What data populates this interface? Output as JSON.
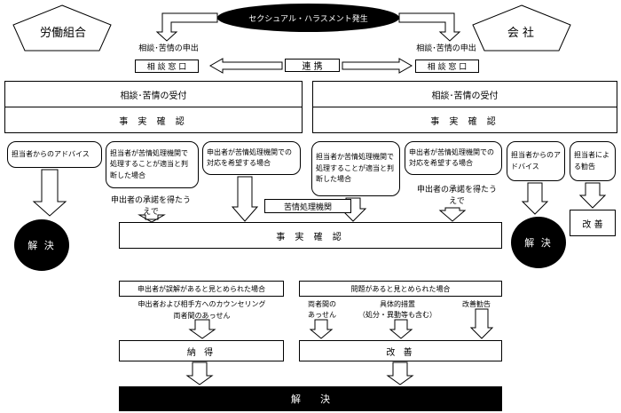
{
  "header": {
    "event": "セクシュアル・ハラスメント発生",
    "union": "労働組合",
    "company": "会 社"
  },
  "left": {
    "request": "相談･苦情の申出",
    "window": "相 談 窓 口",
    "accept": "相談･苦情の受付",
    "fact_check": "事 実 確 認",
    "opt_advice": "担当者からのアドバイス",
    "opt_org_ok": "担当者が苦情処理機関で処理することが適当と判断した場合",
    "opt_org_wish": "申出者が苦情処理機関での対応を希望する場合",
    "consent": "申出者の承諾を得たうえで",
    "resolve": "解 決"
  },
  "center": {
    "link": "連 携",
    "org": "苦情処理機関",
    "fact_check": "事 実 確 認",
    "misunderstanding": "申出者が誤解があると見とめられた場合",
    "problem": "問題があると見とめられた場合",
    "counseling": "申出者および相手方へのカウンセリング",
    "mediation_both": "両者間のあっせん",
    "mediation": "両者間の\nあっせん",
    "concrete": "具体的措置\n（処分・異動等も含む）",
    "recommend": "改善勧告",
    "accept": "納 得",
    "improve": "改 善",
    "final": "解　　決"
  },
  "right": {
    "request": "相談･苦情の申出",
    "window": "相 談 窓 口",
    "accept": "相談･苦情の受付",
    "fact_check": "事 実 確 認",
    "opt_org_ok": "担当者か苦情処理機関で処理することが適当と判断した場合",
    "opt_org_wish": "申出者が苦情処理機関での対応を希望する場合",
    "opt_advice": "担当者からのアドバイス",
    "opt_recommend": "担当者による勧告",
    "consent": "申出者の承諾を得たうえで",
    "resolve": "解 決",
    "improve": "改 善"
  }
}
